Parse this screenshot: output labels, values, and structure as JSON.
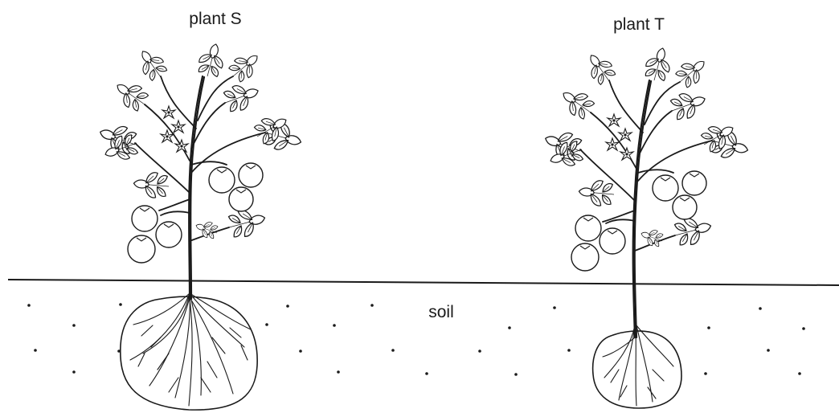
{
  "labels": {
    "plant_s": "plant S",
    "plant_t": "plant T",
    "soil": "soil"
  },
  "colors": {
    "line": "#1a1a1a",
    "background": "#ffffff"
  }
}
